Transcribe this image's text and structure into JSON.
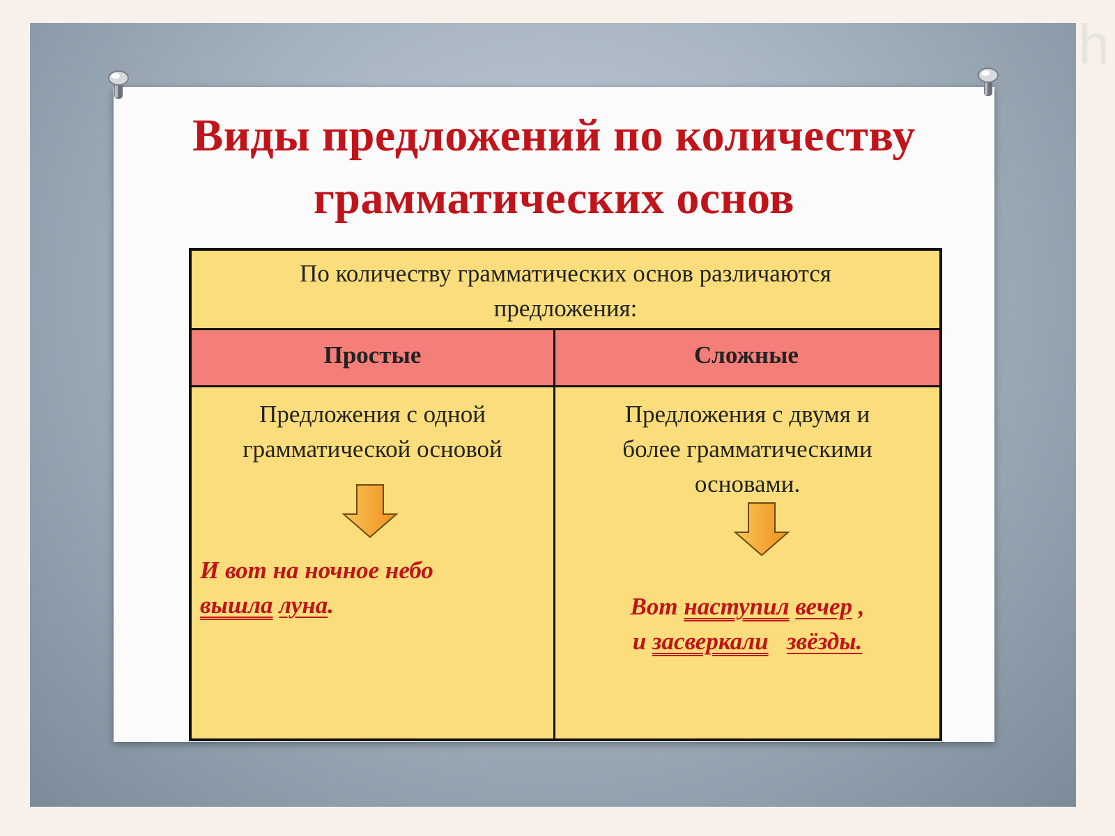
{
  "watermark": "h",
  "title": {
    "line1": "Виды предложений по количеству",
    "line2": "грамматических основ"
  },
  "table": {
    "intro": {
      "line1": "По количеству грамматических основ  различаются",
      "line2": "предложения:"
    },
    "columns": [
      {
        "header": "Простые",
        "description": [
          "Предложения с одной",
          "грамматической основой"
        ],
        "arrow_icon": "down-arrow-icon",
        "example": {
          "line1": "И вот на ночное небо",
          "predicate": "вышла",
          "subject": "луна",
          "end": "."
        }
      },
      {
        "header": "Сложные",
        "description": [
          "Предложения с двумя и",
          "более грамматическими",
          "основами."
        ],
        "arrow_icon": "down-arrow-icon",
        "example": {
          "start1": "Вот ",
          "predicate1": "наступил",
          "subject1": "вечер",
          "end1": " ,",
          "start2": "и ",
          "predicate2": "засверкали",
          "subject2": "звёзды."
        }
      }
    ]
  },
  "colors": {
    "title": "#c0141a",
    "table_fill": "#fbde7b",
    "header_fill": "#f47e78",
    "arrow_fill": "#f6a623",
    "example_text": "#c0141a",
    "border": "#111111"
  }
}
